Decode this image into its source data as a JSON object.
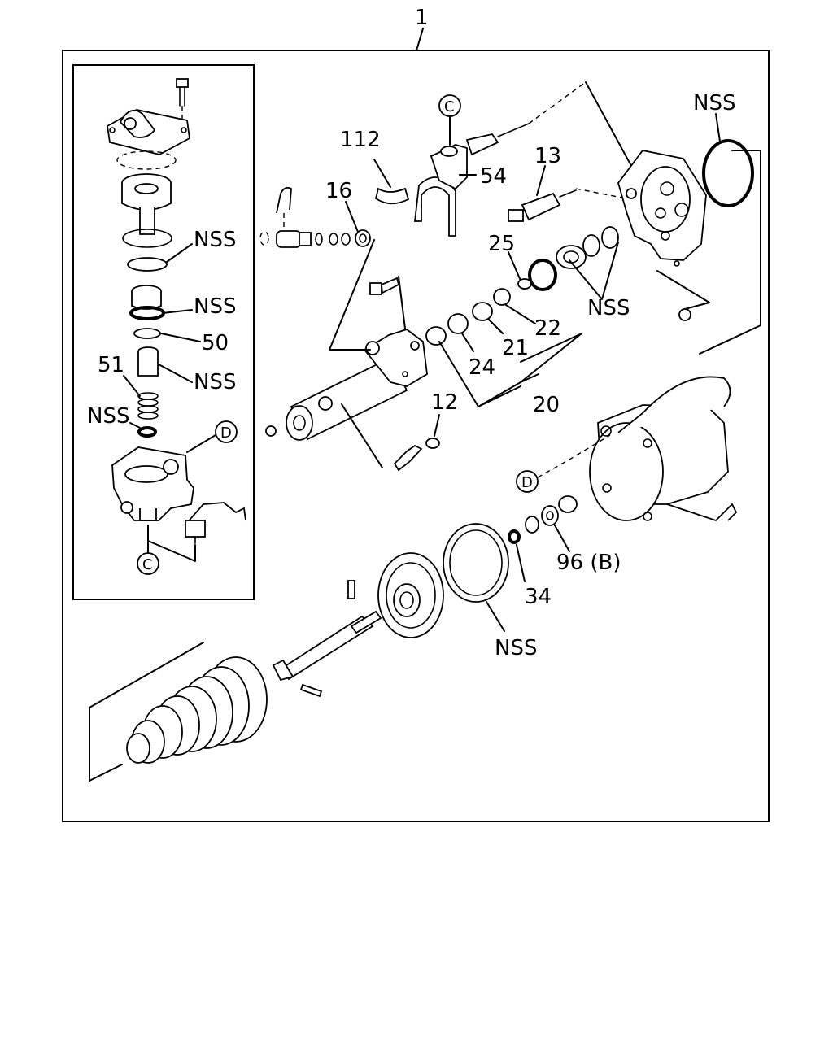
{
  "callouts": {
    "assembly": "1",
    "c1": "112",
    "c2": "16",
    "c3": "54",
    "c4": "13",
    "c5": "NSS",
    "c6": "25",
    "c7": "NSS",
    "c8": "22",
    "c9": "21",
    "c10": "24",
    "c11": "20",
    "c12": "12",
    "c13": "96 (B)",
    "c14": "34",
    "c15": "NSS",
    "inset_nss1": "NSS",
    "inset_nss2": "NSS",
    "inset_50": "50",
    "inset_51": "51",
    "inset_nss3": "NSS",
    "inset_nss4": "NSS"
  },
  "markers": {
    "c_top": "C",
    "c_inset": "C",
    "d_inset": "D",
    "d_main": "D"
  }
}
